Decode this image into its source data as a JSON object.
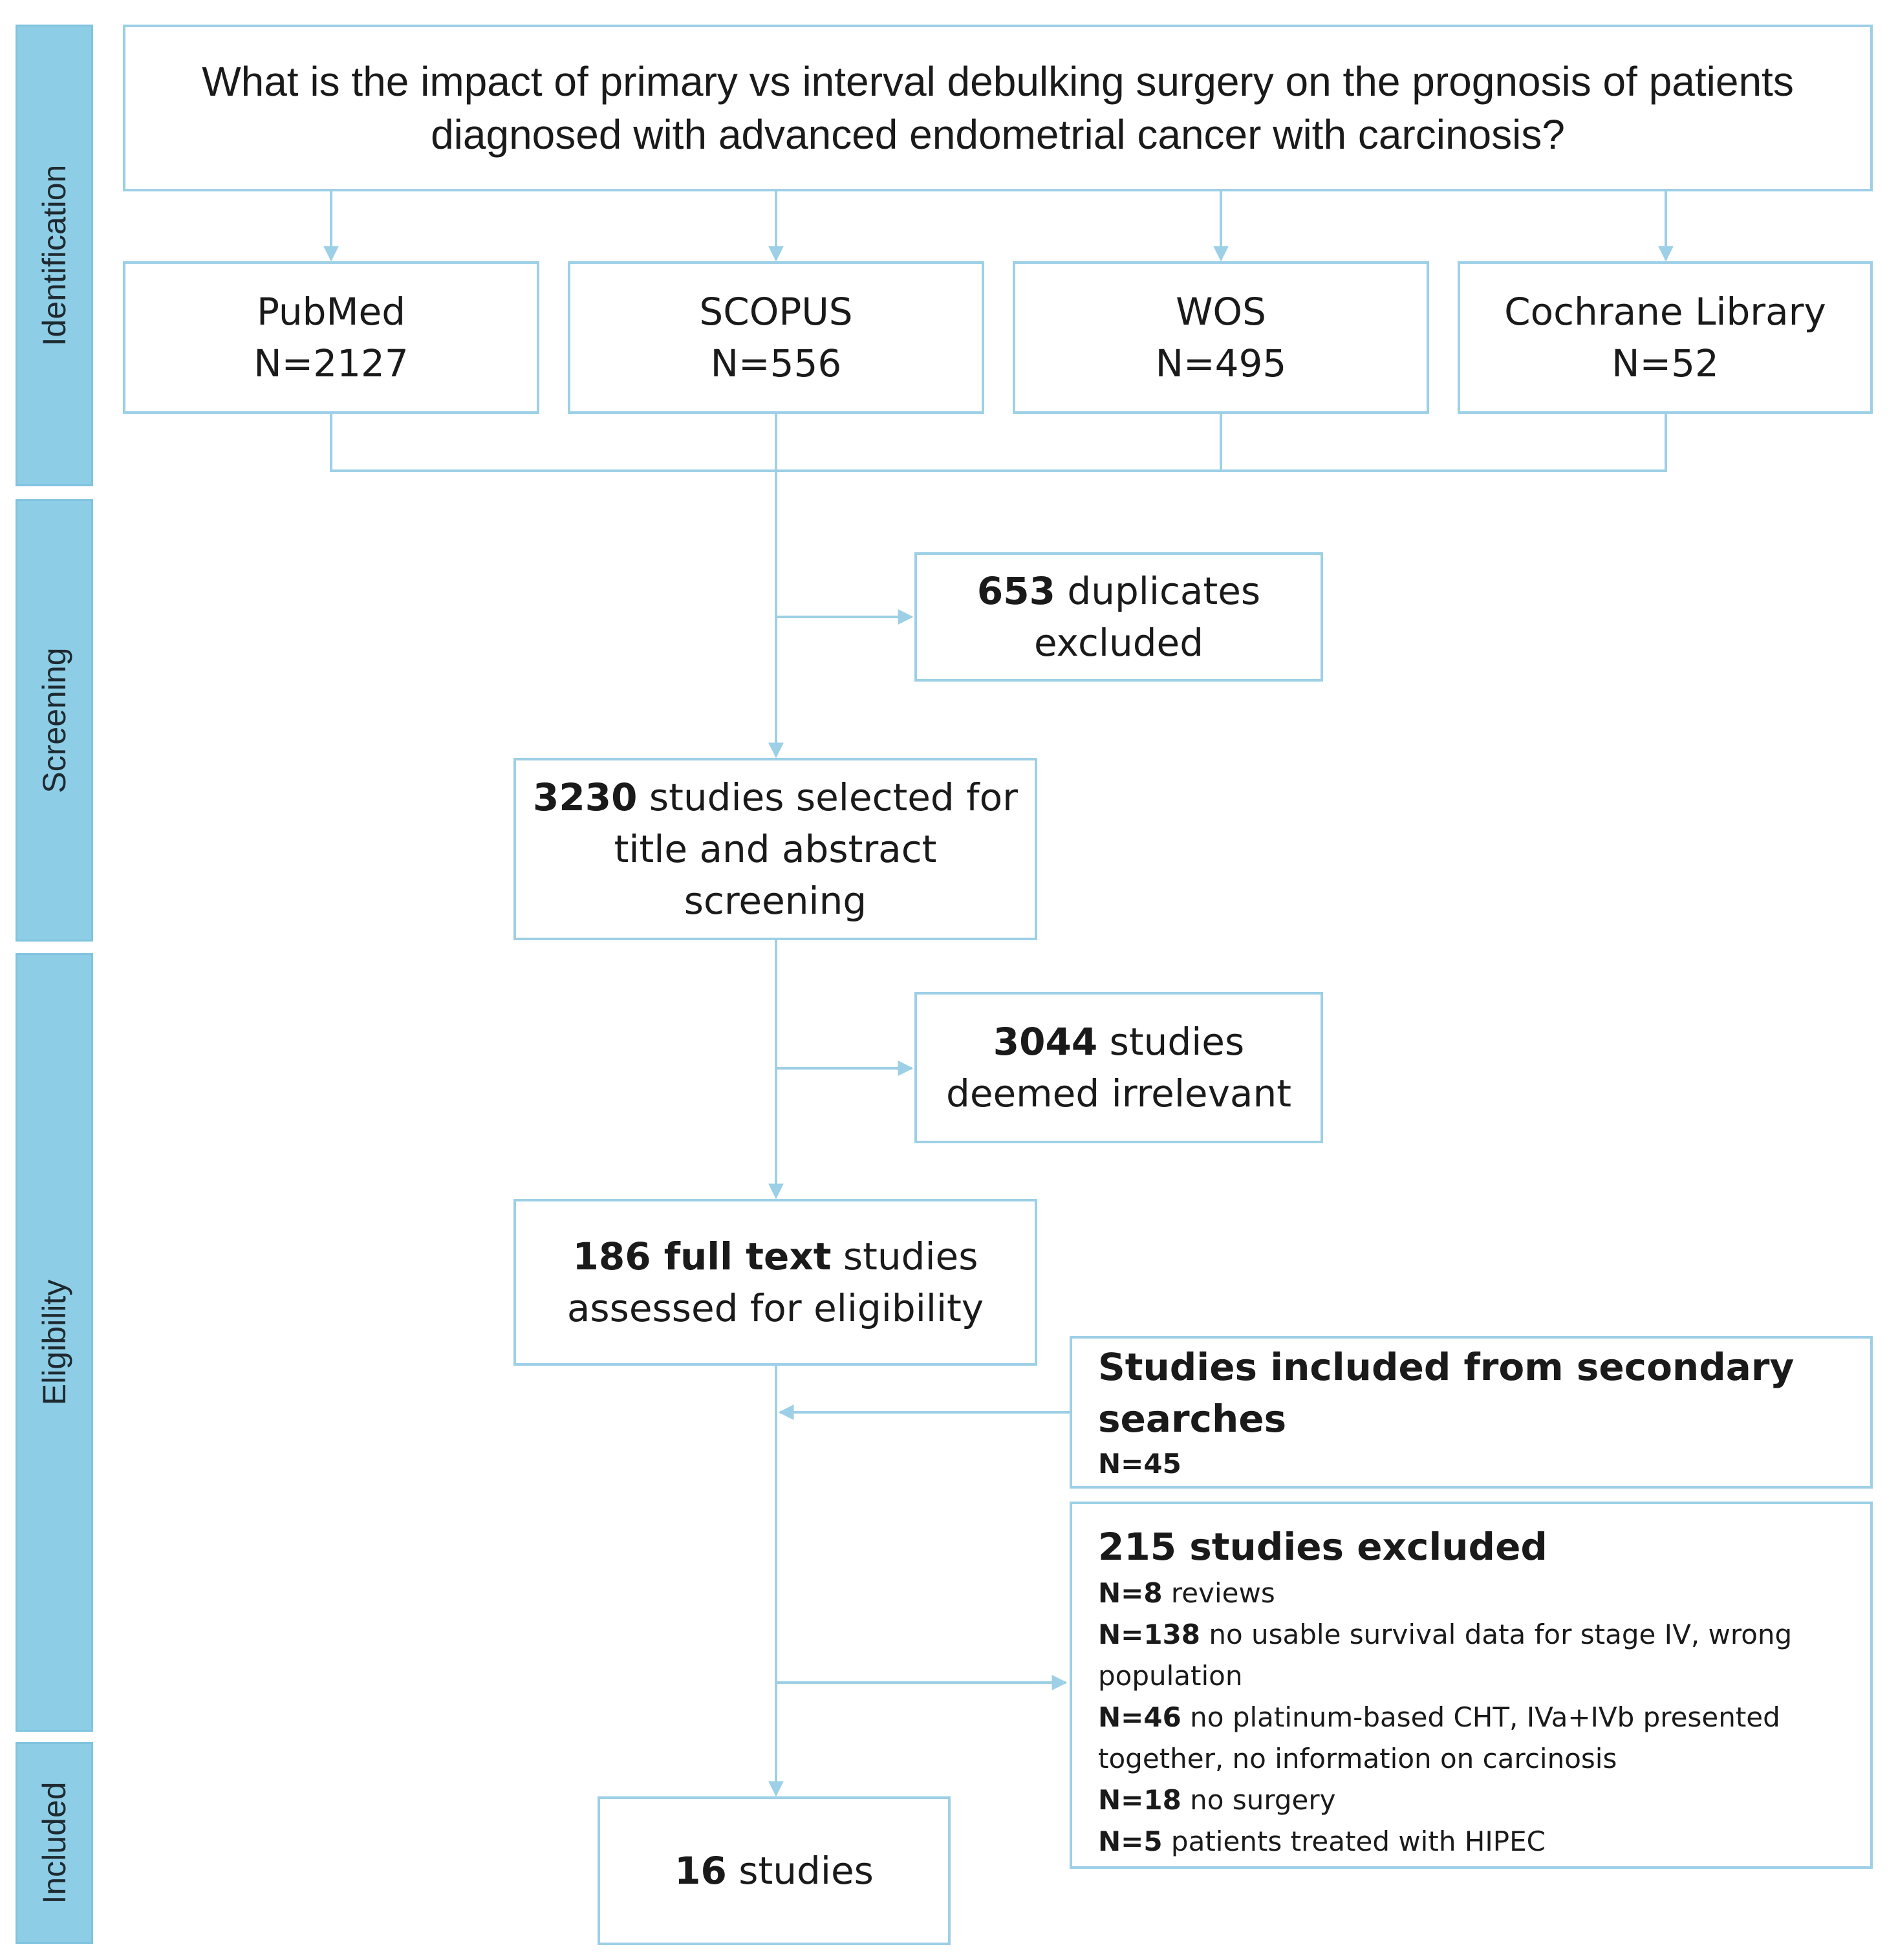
{
  "stages": {
    "identification": "Identification",
    "screening": "Screening",
    "eligibility": "Eligibility",
    "included": "Included"
  },
  "question": "What is the impact of primary vs interval debulking surgery on the prognosis of patients diagnosed with advanced endometrial cancer with carcinosis?",
  "databases": [
    {
      "name": "PubMed",
      "count": "N=2127"
    },
    {
      "name": "SCOPUS",
      "count": "N=556"
    },
    {
      "name": "WOS",
      "count": "N=495"
    },
    {
      "name": "Cochrane Library",
      "count": "N=52"
    }
  ],
  "duplicates": {
    "num": "653",
    "line1_rest": " duplicates",
    "line2": "excluded"
  },
  "screened": {
    "num": "3230",
    "line1_rest": " studies selected for",
    "line2": "title and abstract",
    "line3": "screening"
  },
  "irrelevant": {
    "num": "3044",
    "line1_rest": " studies",
    "line2": "deemed irrelevant"
  },
  "fulltext": {
    "num": "186 full text",
    "line1_rest": " studies",
    "line2": "assessed for eligibility"
  },
  "secondary": {
    "title": "Studies included from secondary searches",
    "count": "N=45"
  },
  "excluded": {
    "title": "215 studies excluded",
    "items": [
      {
        "n": "N=8",
        "text": " reviews"
      },
      {
        "n": "N=138",
        "text": " no usable survival data for stage IV, wrong"
      },
      {
        "n": "",
        "text": "population"
      },
      {
        "n": "N=46",
        "text": " no platinum-based CHT, IVa+IVb presented"
      },
      {
        "n": "",
        "text": "together, no information on carcinosis"
      },
      {
        "n": "N=18",
        "text": " no surgery"
      },
      {
        "n": "N=5",
        "text": " patients treated with HIPEC"
      }
    ]
  },
  "included": {
    "num": "16",
    "rest": " studies"
  },
  "colors": {
    "border": "#9dd0e6",
    "stage_fill": "#8ecde6",
    "arrow": "#9dd0e6"
  }
}
